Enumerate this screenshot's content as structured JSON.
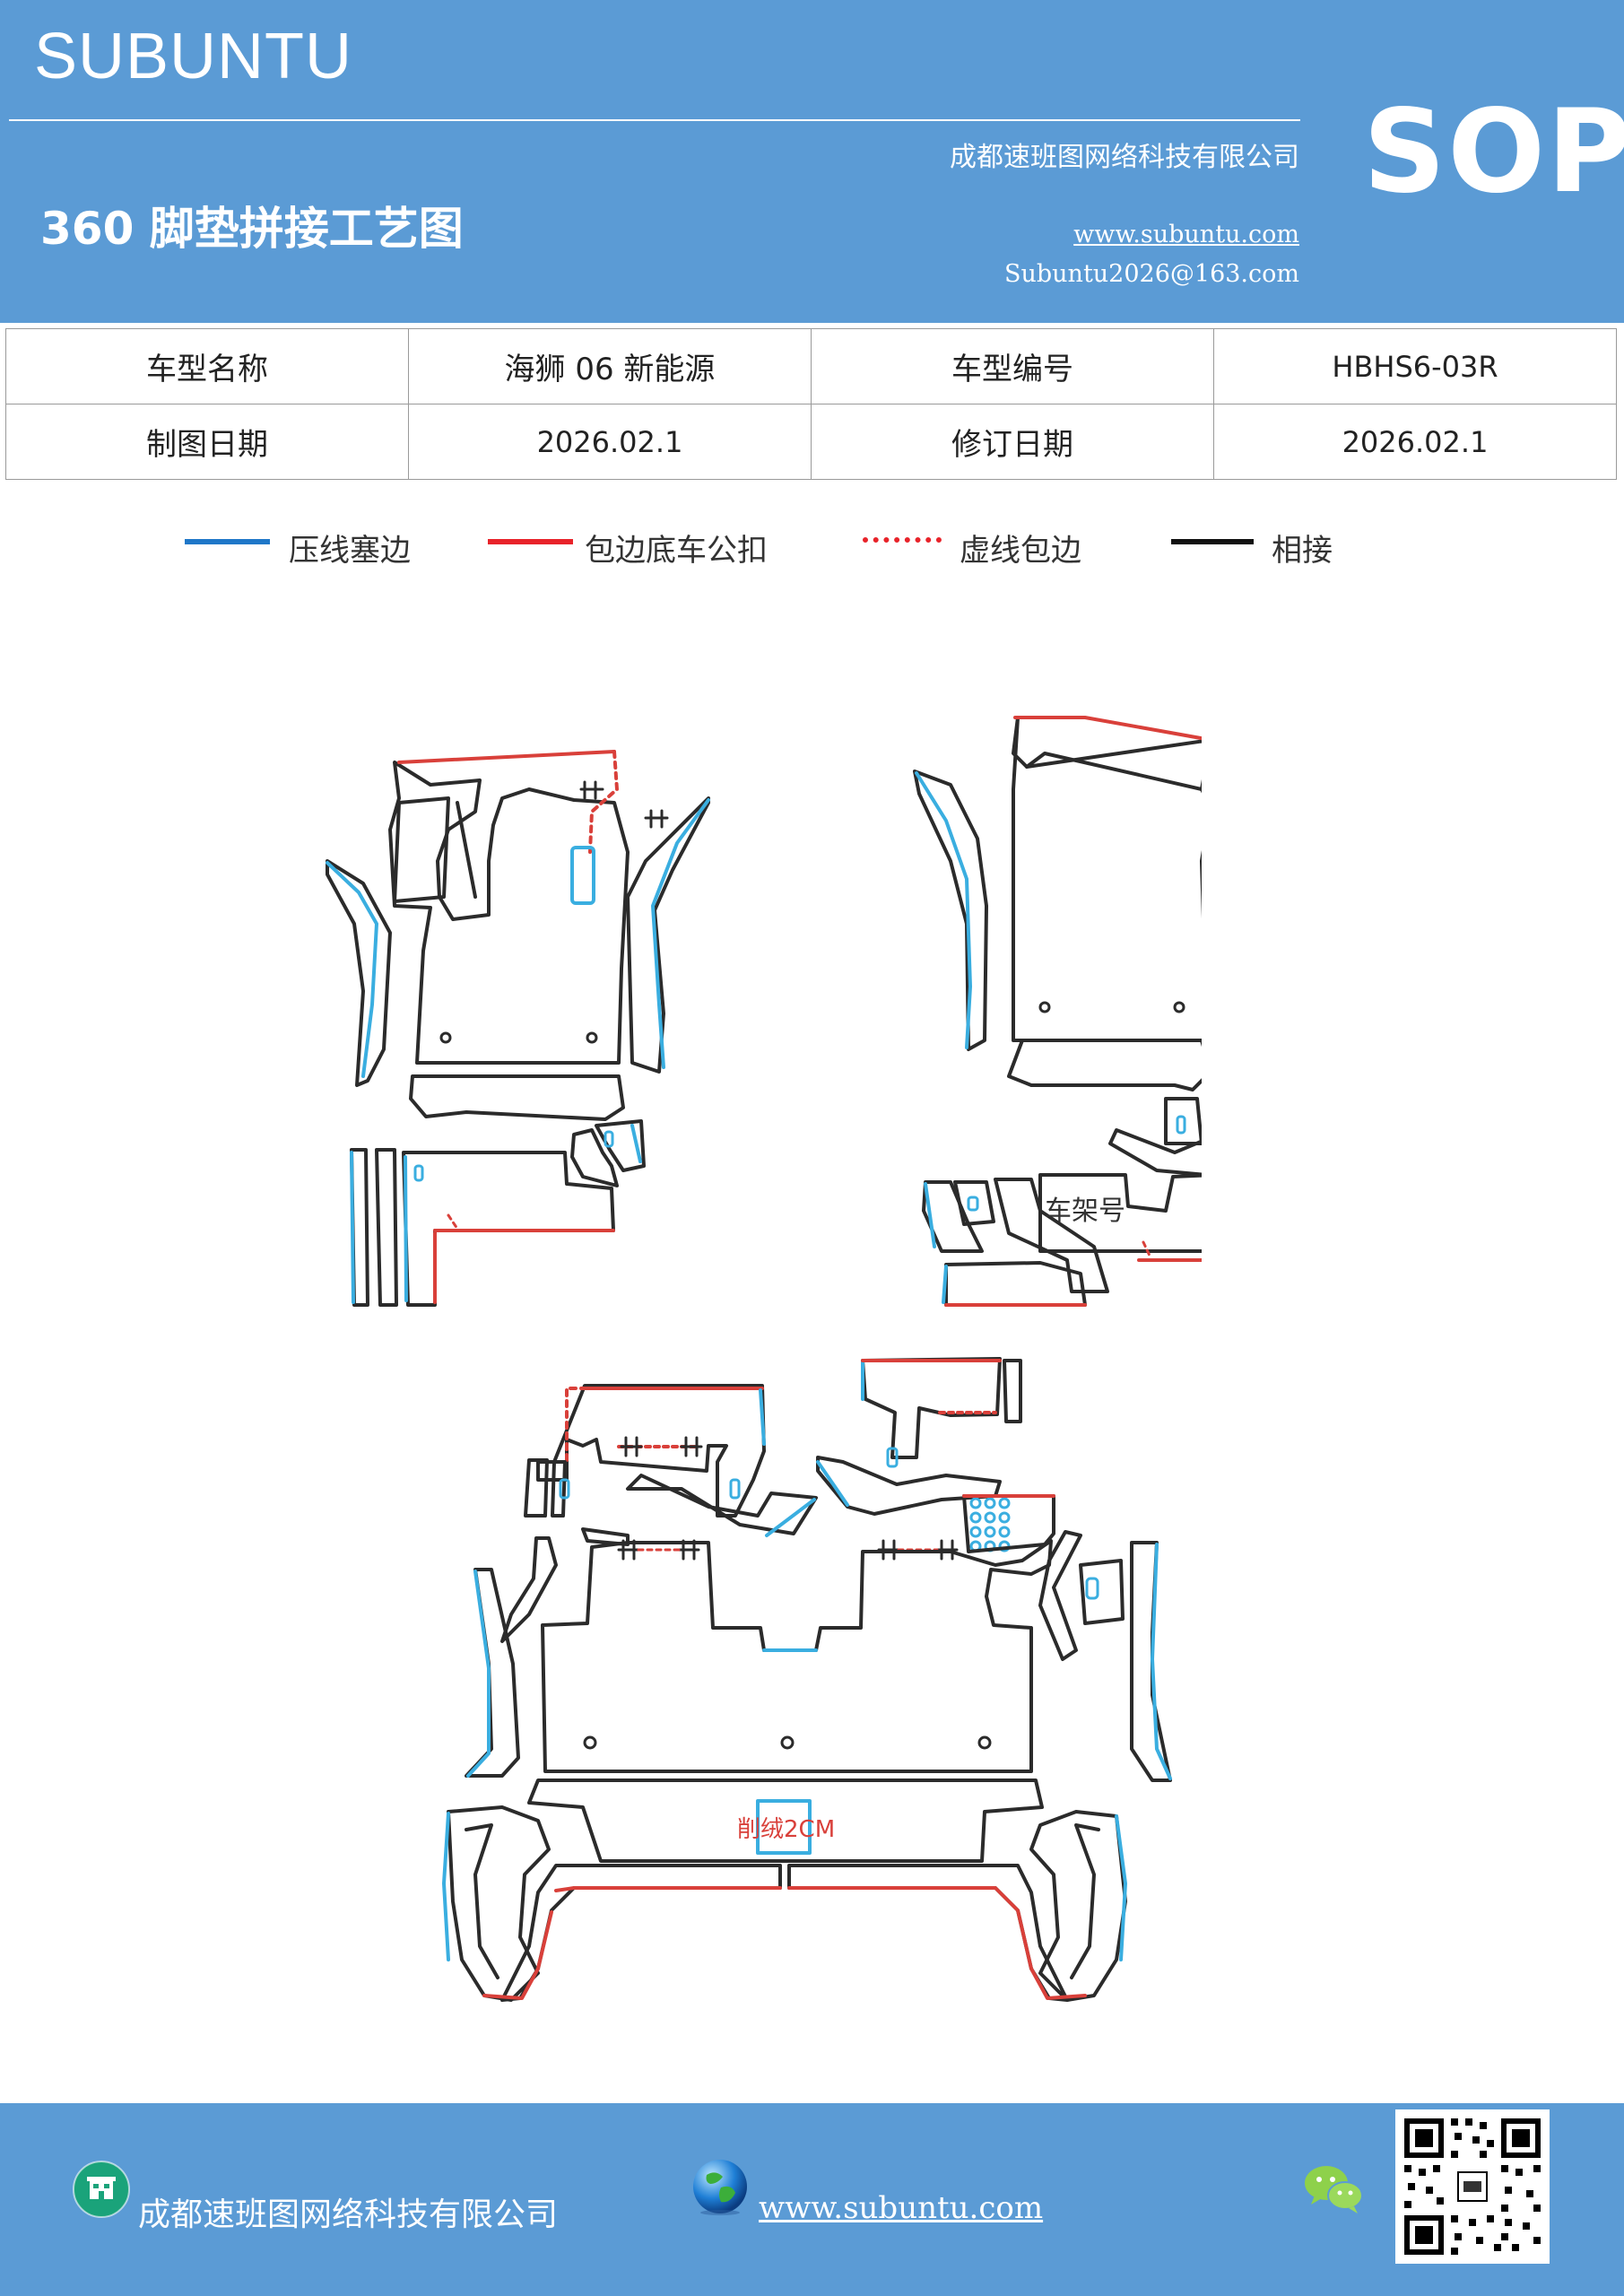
{
  "header": {
    "brand": "SUBUNTU",
    "company": "成都速班图网络科技有限公司",
    "title": "360 脚垫拼接工艺图",
    "website": "www.subuntu.com",
    "email": "Subuntu2026@163.com",
    "badge": "SOP"
  },
  "info": {
    "model_name_label": "车型名称",
    "model_name_value": "海狮 06 新能源",
    "model_no_label": "车型编号",
    "model_no_value": "HBHS6-03R",
    "draw_date_label": "制图日期",
    "draw_date_value": "2026.02.1",
    "rev_date_label": "修订日期",
    "rev_date_value": "2026.02.1"
  },
  "legend": [
    {
      "label": "压线塞边",
      "color": "#1f77c8",
      "style": "solid"
    },
    {
      "label": "包边底车公扣",
      "color": "#e8232a",
      "style": "solid"
    },
    {
      "label": "虚线包边",
      "color": "#e8232a",
      "style": "dotted"
    },
    {
      "label": "相接",
      "color": "#111111",
      "style": "solid"
    }
  ],
  "drawing": {
    "label_frame": "车架号",
    "label_cut": "削绒2CM"
  },
  "colors": {
    "header_bg": "#5b9bd5",
    "blue_edge": "#3aaee0",
    "red_edge": "#d9403a",
    "outline": "#2b2b2b"
  },
  "footer": {
    "company": "成都速班图网络科技有限公司",
    "website": "www.subuntu.com",
    "icons": [
      "building-icon",
      "globe-icon",
      "wechat-icon",
      "qr-code"
    ]
  }
}
